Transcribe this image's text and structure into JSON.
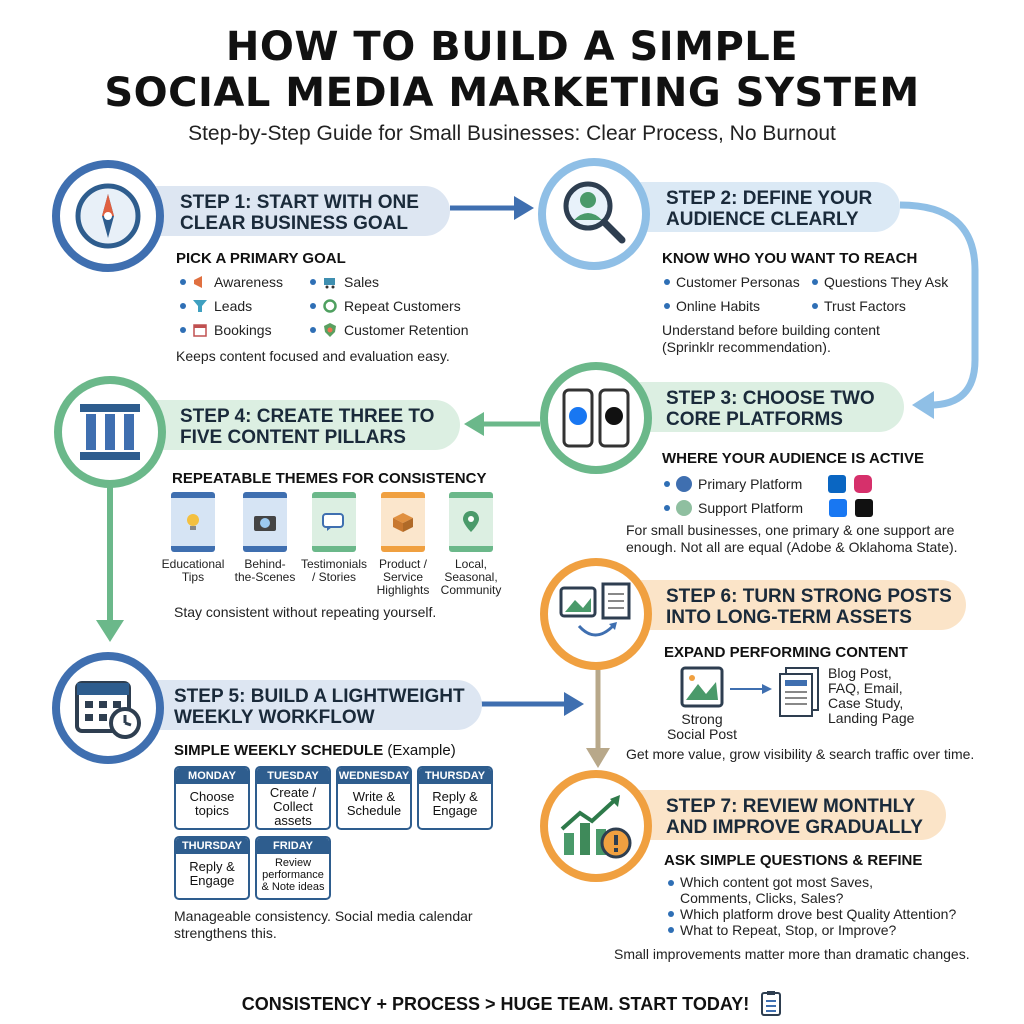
{
  "header": {
    "title_line1": "HOW TO BUILD A SIMPLE",
    "title_line2": "SOCIAL MEDIA MARKETING SYSTEM",
    "subtitle": "Step-by-Step Guide for Small Businesses: Clear Process, No Burnout"
  },
  "colors": {
    "blue": "#3f6fb0",
    "light_blue": "#8fbfe6",
    "green": "#6bb88a",
    "orange": "#f0a040",
    "tan": "#b8a88a"
  },
  "step1": {
    "title": "STEP 1: START WITH ONE\nCLEAR BUSINESS GOAL",
    "subheading": "PICK A PRIMARY GOAL",
    "goals": [
      "Awareness",
      "Sales",
      "Leads",
      "Repeat Customers",
      "Bookings",
      "Customer Retention"
    ],
    "note": "Keeps content focused and evaluation easy.",
    "icon": "compass-icon"
  },
  "step2": {
    "title": "STEP 2: DEFINE YOUR\nAUDIENCE CLEARLY",
    "subheading": "KNOW WHO YOU WANT TO REACH",
    "items": [
      "Customer Personas",
      "Questions They Ask",
      "Online Habits",
      "Trust Factors"
    ],
    "note": "Understand before building content\n(Sprinklr recommendation).",
    "icon": "magnifier-person-icon"
  },
  "step3": {
    "title": "STEP 3: CHOOSE TWO\nCORE PLATFORMS",
    "subheading": "WHERE YOUR AUDIENCE IS ACTIVE",
    "primary": "Primary Platform",
    "support": "Support Platform",
    "note": "For small businesses, one primary & one support are\nenough. Not all are equal (Adobe & Oklahoma State).",
    "icon": "phones-icon"
  },
  "step4": {
    "title": "STEP 4: CREATE THREE TO\nFIVE CONTENT PILLARS",
    "subheading": "REPEATABLE THEMES FOR CONSISTENCY",
    "pillars": [
      "Educational\nTips",
      "Behind-\nthe-Scenes",
      "Testimonials\n/ Stories",
      "Product /\nService\nHighlights",
      "Local,\nSeasonal,\nCommunity"
    ],
    "note": "Stay consistent without repeating yourself.",
    "icon": "columns-icon"
  },
  "step5": {
    "title": "STEP 5: BUILD A LIGHTWEIGHT\nWEEKLY WORKFLOW",
    "subheading": "SIMPLE WEEKLY SCHEDULE",
    "subheading_extra": " (Example)",
    "days": [
      {
        "day": "MONDAY",
        "task": "Choose\ntopics"
      },
      {
        "day": "TUESDAY",
        "task": "Create /\nCollect\nassets"
      },
      {
        "day": "WEDNESDAY",
        "task": "Write &\nSchedule"
      },
      {
        "day": "THURSDAY",
        "task": "Reply &\nEngage"
      },
      {
        "day": "THURSDAY",
        "task": "Reply &\nEngage"
      },
      {
        "day": "FRIDAY",
        "task": "Review\nperformance\n& Note ideas"
      }
    ],
    "note": "Manageable consistency. Social media calendar\nstrengthens this.",
    "icon": "calendar-clock-icon"
  },
  "step6": {
    "title": "STEP 6: TURN STRONG POSTS\nINTO LONG-TERM ASSETS",
    "subheading": "EXPAND PERFORMING CONTENT",
    "source": "Strong\nSocial Post",
    "targets": "Blog Post,\nFAQ, Email,\nCase Study,\nLanding Page",
    "note": "Get more value, grow visibility & search traffic over time.",
    "icon": "repurpose-icon"
  },
  "step7": {
    "title": "STEP 7: REVIEW MONTHLY\nAND IMPROVE GRADUALLY",
    "subheading": "ASK SIMPLE QUESTIONS & REFINE",
    "questions": [
      "Which content got most Saves,\nComments, Clicks, Sales?",
      "Which platform drove best Quality Attention?",
      "What to Repeat, Stop, or Improve?"
    ],
    "note": "Small improvements matter more than dramatic changes.",
    "icon": "growth-chart-icon"
  },
  "footer": {
    "text": "CONSISTENCY + PROCESS > HUGE TEAM. START TODAY!",
    "icon": "checklist-icon"
  }
}
